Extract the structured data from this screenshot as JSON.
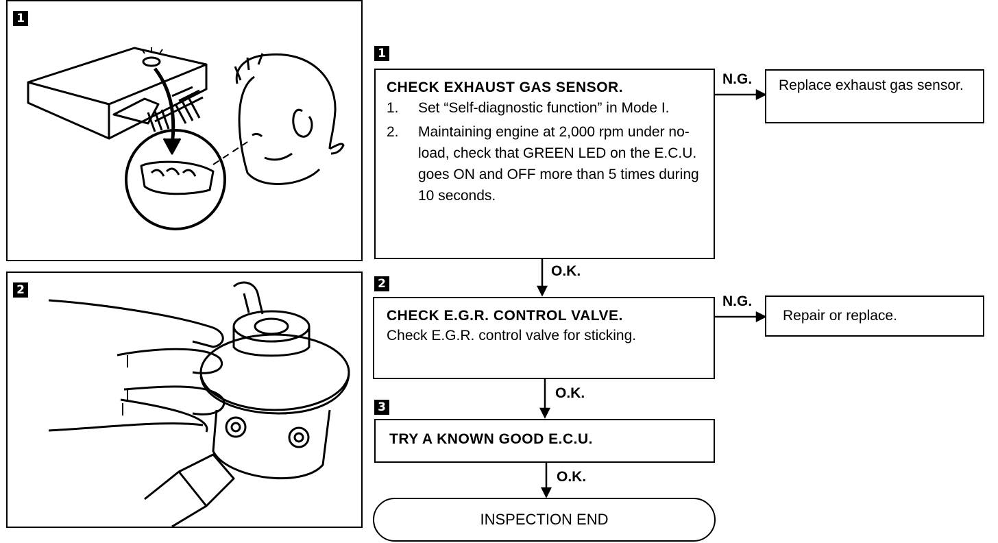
{
  "figures": [
    {
      "badge": "1"
    },
    {
      "badge": "2"
    }
  ],
  "steps": [
    {
      "badge": "1",
      "title": "CHECK EXHAUST GAS SENSOR.",
      "items": [
        {
          "num": "1.",
          "text": "Set “Self-diagnostic function” in Mode I."
        },
        {
          "num": "2.",
          "text": "Maintaining engine at 2,000 rpm under no-load, check that GREEN LED on the E.C.U. goes ON and OFF more than 5 times during 10 seconds."
        }
      ],
      "ng_label": "N.G.",
      "ng_action": "Replace exhaust gas sensor.",
      "ok_label": "O.K."
    },
    {
      "badge": "2",
      "title": "CHECK E.G.R. CONTROL VALVE.",
      "text": "Check E.G.R. control valve for sticking.",
      "ng_label": "N.G.",
      "ng_action": "Repair or replace.",
      "ok_label": "O.K."
    },
    {
      "badge": "3",
      "title": "TRY A KNOWN GOOD E.C.U.",
      "ok_label": "O.K."
    }
  ],
  "end": "INSPECTION END"
}
